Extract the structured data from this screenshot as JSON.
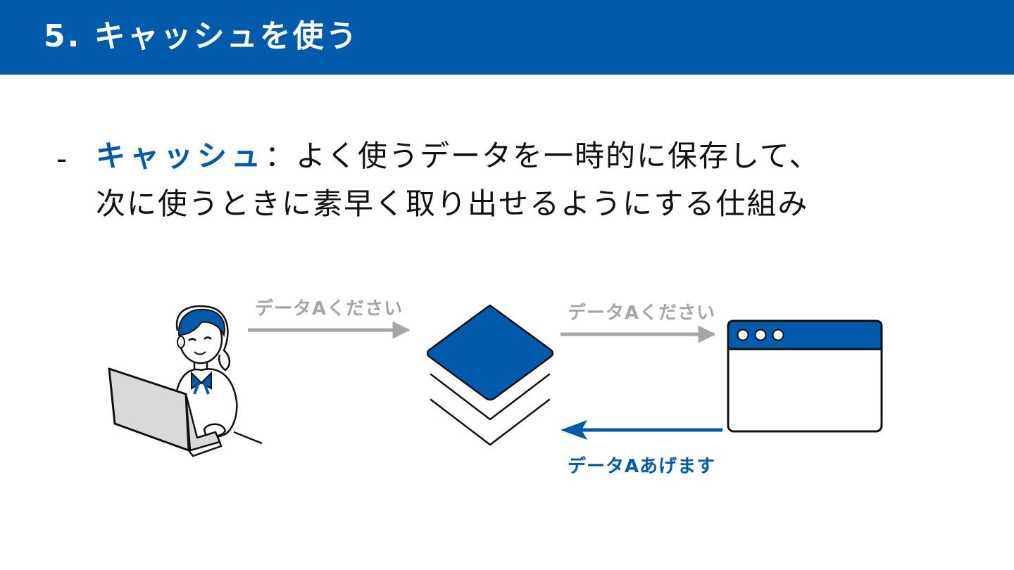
{
  "header": {
    "title": "5. キャッシュを使う"
  },
  "bullet": {
    "marker": "-",
    "term": "キャッシュ",
    "line1_rest": "：よく使うデータを一時的に保存して、",
    "line2": "次に使うときに素早く取り出せるようにする仕組み"
  },
  "diagram": {
    "request_to_cache": "データAください",
    "request_to_server": "データAください",
    "response_from_server": "データAあげます"
  },
  "colors": {
    "brand_blue": "#005bac",
    "arrow_gray": "#a6a6a6",
    "text": "#111111",
    "laptop_fill": "#d9d9d9"
  },
  "icons": {
    "user": "person-with-laptop-illustration",
    "cache": "stacked-layers-icon",
    "server": "browser-window-icon"
  }
}
